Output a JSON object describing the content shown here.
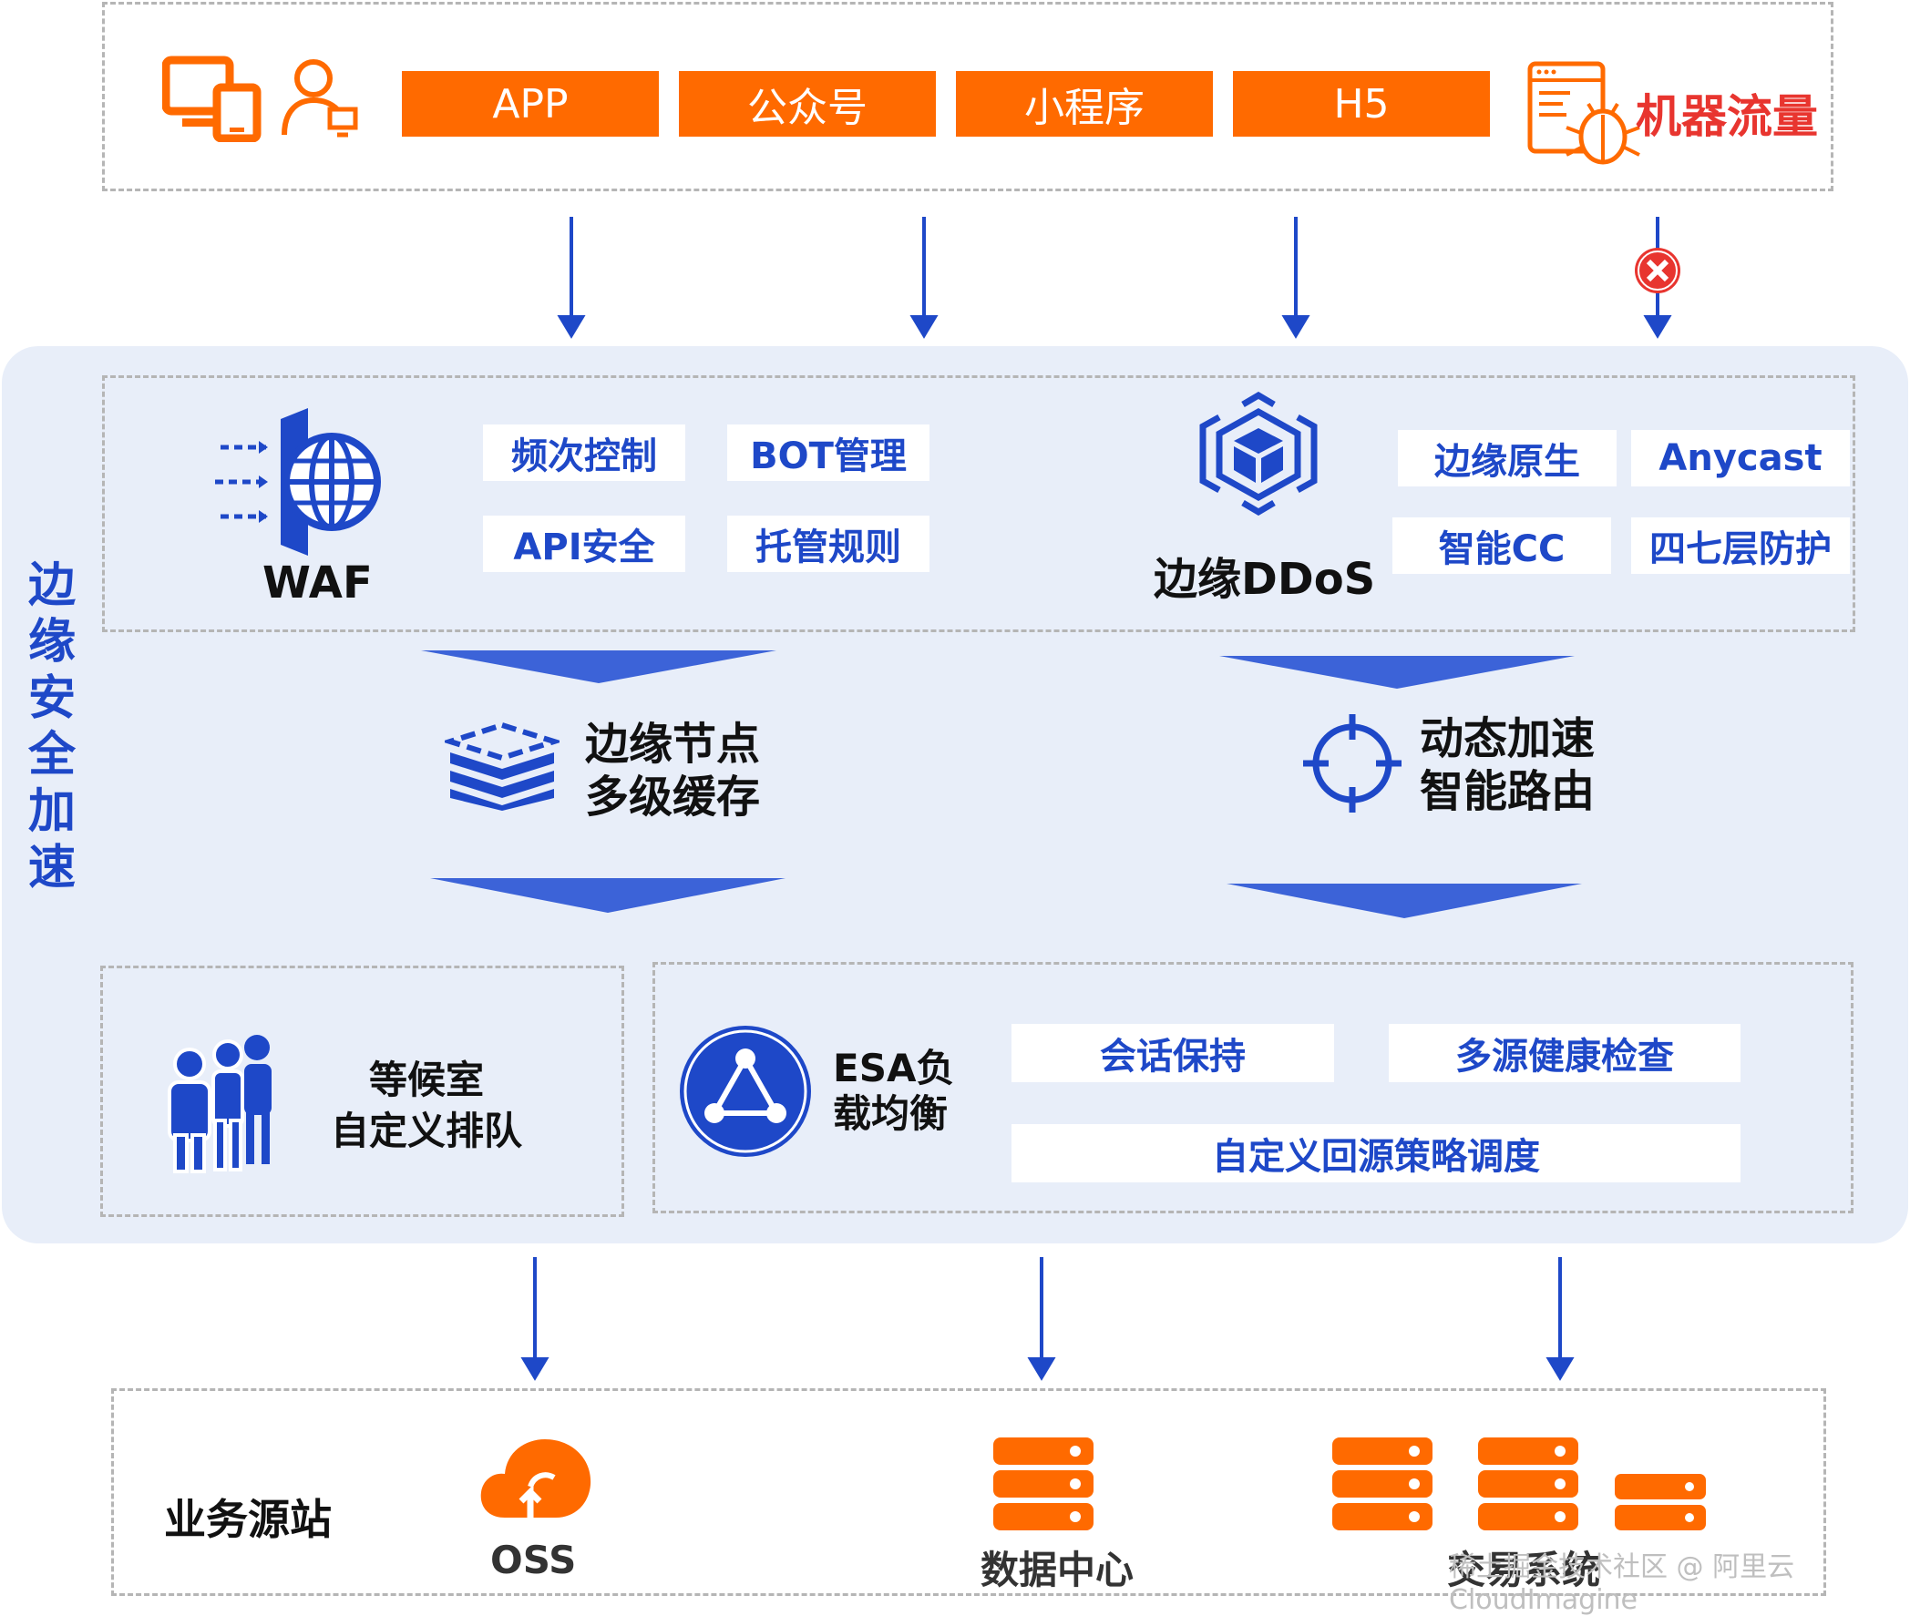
{
  "clients": {
    "buttons": [
      "APP",
      "公众号",
      "小程序",
      "H5"
    ],
    "bot_label": "机器流量"
  },
  "security": {
    "vertical_title": [
      "边",
      "缘",
      "安",
      "全",
      "加",
      "速"
    ],
    "waf": {
      "label": "WAF",
      "tags": [
        "频次控制",
        "BOT管理",
        "API安全",
        "托管规则"
      ]
    },
    "ddos": {
      "label": "边缘DDoS",
      "tags": [
        "边缘原生",
        "Anycast",
        "智能CC",
        "四七层防护"
      ]
    },
    "cache": {
      "line1": "边缘节点",
      "line2": "多级缓存"
    },
    "routing": {
      "line1": "动态加速",
      "line2": "智能路由"
    },
    "waiting_room": {
      "line1": "等候室",
      "line2": "自定义排队"
    },
    "esa_lb": {
      "line1": "ESA负",
      "line2": "载均衡",
      "tags": [
        "会话保持",
        "多源健康检查",
        "自定义回源策略调度"
      ]
    }
  },
  "origin": {
    "title": "业务源站",
    "items": [
      "OSS",
      "数据中心",
      "交易系统"
    ]
  },
  "watermark": "稀土掘金技术社区 @ 阿里云CloudImagine",
  "colors": {
    "orange": "#ff6a00",
    "blue": "#1e48c8",
    "panel": "#e8eef9",
    "danger": "#e8352f"
  }
}
